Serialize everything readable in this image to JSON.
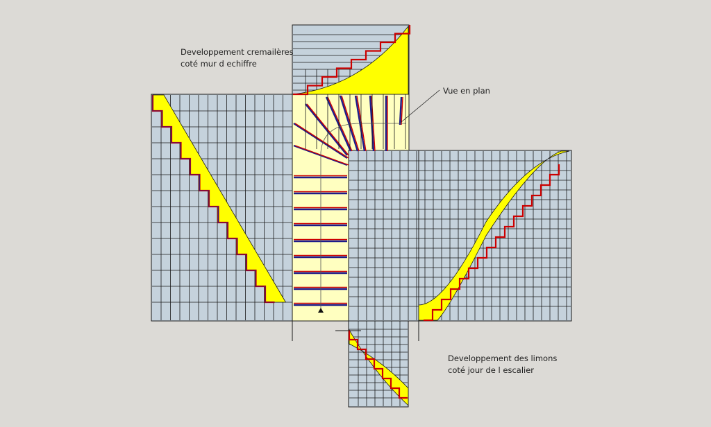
{
  "annotations": {
    "cremaillere": {
      "line1": "Developpement cremailères",
      "line2": "coté mur d echiffre"
    },
    "limons": {
      "line1": "Developpement des limons",
      "line2": "coté jour de l escalier"
    },
    "plan": "Vue en plan"
  },
  "colors": {
    "background": "#dcdad6",
    "panel": "#c5d2dc",
    "plan_fill": "#ffffc0",
    "stringer": "#ffff00",
    "riser": "#cc0000",
    "tread": "#1c1c8a",
    "line": "#1a1a1a"
  }
}
